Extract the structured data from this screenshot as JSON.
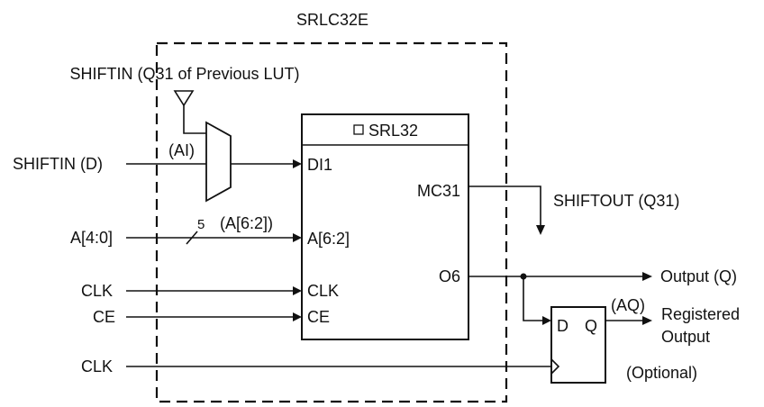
{
  "title": "SRLC32E",
  "block": {
    "name": "SRL32",
    "pins": {
      "di1": "DI1",
      "addr": "A[6:2]",
      "clk": "CLK",
      "ce": "CE",
      "mc31": "MC31",
      "o6": "O6"
    }
  },
  "inputs": {
    "shiftin_prev": "SHIFTIN (Q31 of Previous LUT)",
    "shiftin_d": "SHIFTIN (D)",
    "addr": "A[4:0]",
    "clk": "CLK",
    "ce": "CE",
    "clk2": "CLK"
  },
  "internal_labels": {
    "ai": "(AI)",
    "bus_width": "5",
    "bus_addr": "(A[6:2])"
  },
  "outputs": {
    "shiftout": "SHIFTOUT (Q31)",
    "output_q": "Output (Q)",
    "aq": "(AQ)",
    "registered_line1": "Registered",
    "registered_line2": "Output",
    "optional": "(Optional)"
  },
  "flipflop": {
    "d": "D",
    "q": "Q"
  }
}
